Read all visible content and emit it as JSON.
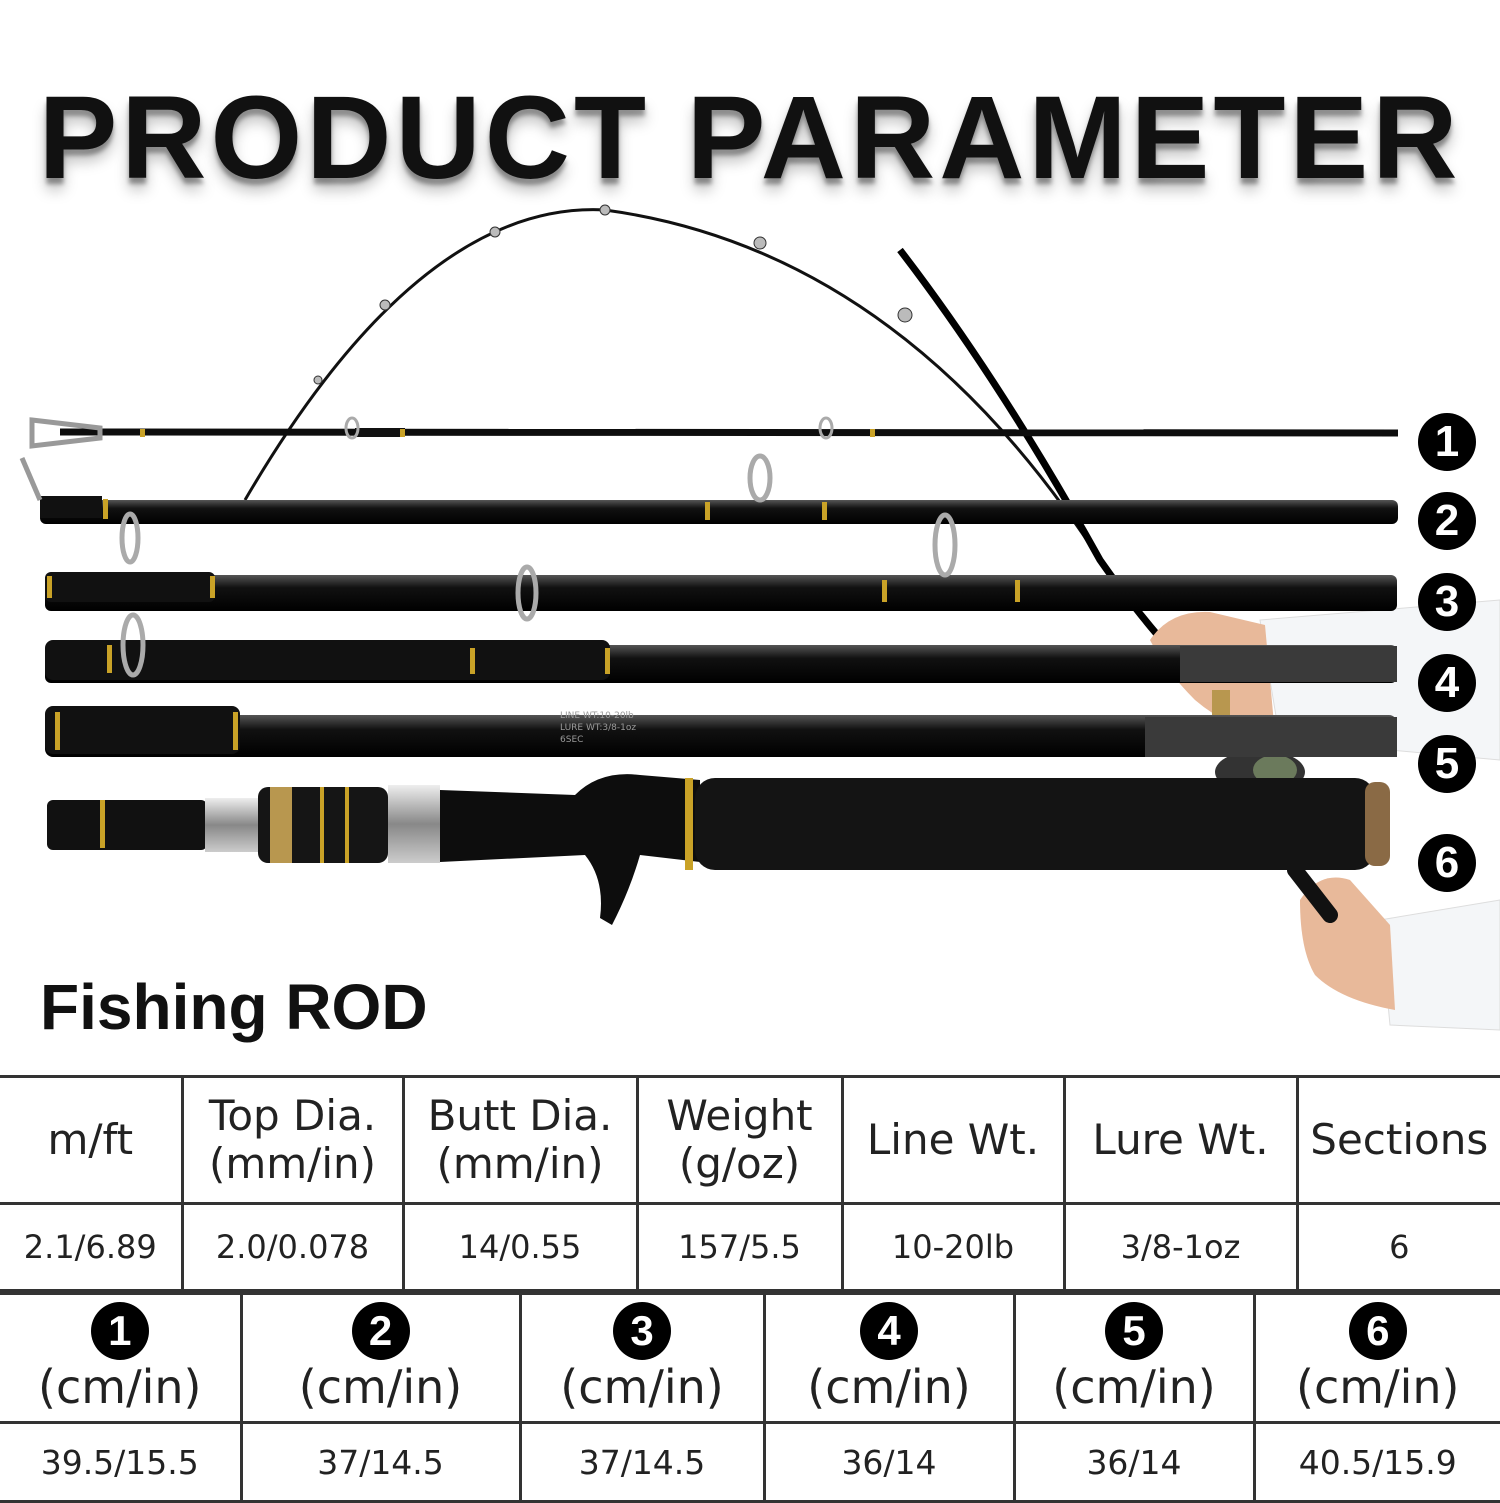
{
  "title": "PRODUCT PARAMETER",
  "subtitle": "Fishing ROD",
  "section_badges": [
    "1",
    "2",
    "3",
    "4",
    "5",
    "6"
  ],
  "rod_label": {
    "line1": "LINE WT:10-20lb",
    "line2": "LURE WT:3/8-1oz",
    "line3": "6SEC"
  },
  "specs": {
    "headers": [
      [
        "m/ft",
        ""
      ],
      [
        "Top Dia.",
        "(mm/in)"
      ],
      [
        "Butt Dia.",
        "(mm/in)"
      ],
      [
        "Weight",
        "(g/oz)"
      ],
      [
        "Line Wt.",
        ""
      ],
      [
        "Lure Wt.",
        ""
      ],
      [
        "Sections",
        ""
      ]
    ],
    "values": [
      "2.1/6.89",
      "2.0/0.078",
      "14/0.55",
      "157/5.5",
      "10-20lb",
      "3/8-1oz",
      "6"
    ]
  },
  "section_lengths": {
    "unit": "(cm/in)",
    "numbers": [
      "1",
      "2",
      "3",
      "4",
      "5",
      "6"
    ],
    "values": [
      "39.5/15.5",
      "37/14.5",
      "37/14.5",
      "36/14",
      "36/14",
      "40.5/15.9"
    ]
  },
  "colors": {
    "rod": "#0d0d0d",
    "gold_band": "#c9a227",
    "shirt": "#f4f6f8",
    "skin": "#e8b99a",
    "cork": "#8a6a45"
  }
}
